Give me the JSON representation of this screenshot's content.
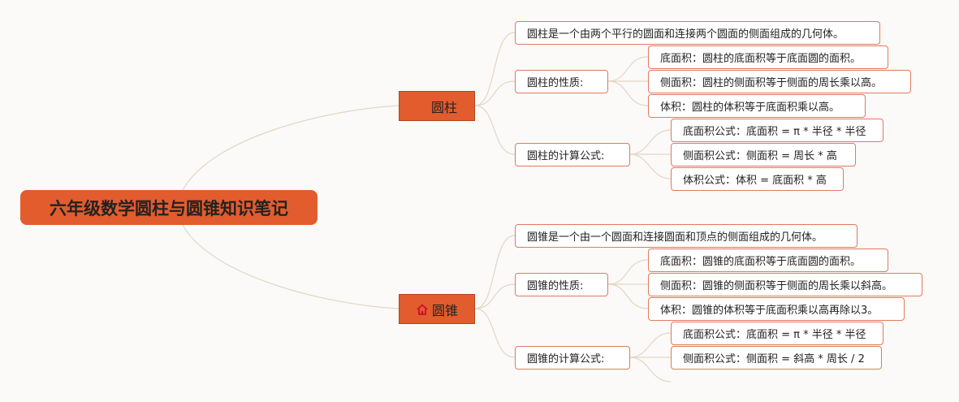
{
  "root": {
    "label": "六年级数学圆柱与圆锥知识笔记"
  },
  "cylinder": {
    "label": "圆柱",
    "definition": "圆柱是一个由两个平行的圆面和连接两个圆面的侧面组成的几何体。",
    "properties": {
      "label": "圆柱的性质:",
      "items": [
        "底面积：圆柱的底面积等于底面圆的面积。",
        "侧面积：圆柱的侧面积等于侧面的周长乘以高。",
        "体积：圆柱的体积等于底面积乘以高。"
      ]
    },
    "formulas": {
      "label": "圆柱的计算公式:",
      "items": [
        "底面积公式：底面积 = π * 半径 * 半径",
        "侧面积公式：侧面积 = 周长 * 高",
        "体积公式：体积 = 底面积 * 高"
      ]
    }
  },
  "cone": {
    "label": "圆锥",
    "icon": "house-icon",
    "definition": "圆锥是一个由一个圆面和连接圆面和顶点的侧面组成的几何体。",
    "properties": {
      "label": "圆锥的性质:",
      "items": [
        "底面积：圆锥的底面积等于底面圆的面积。",
        "侧面积：圆锥的侧面积等于侧面的周长乘以斜高。",
        "体积：圆锥的体积等于底面积乘以高再除以3。"
      ]
    },
    "formulas": {
      "label": "圆锥的计算公式:",
      "items": [
        "底面积公式：底面积 = π * 半径 * 半径",
        "侧面积公式：侧面积 = 斜高 * 周长 / 2"
      ]
    }
  },
  "colors": {
    "accent": "#e25c2e",
    "border": "#e07a5f",
    "line": "#e3d6c6"
  }
}
